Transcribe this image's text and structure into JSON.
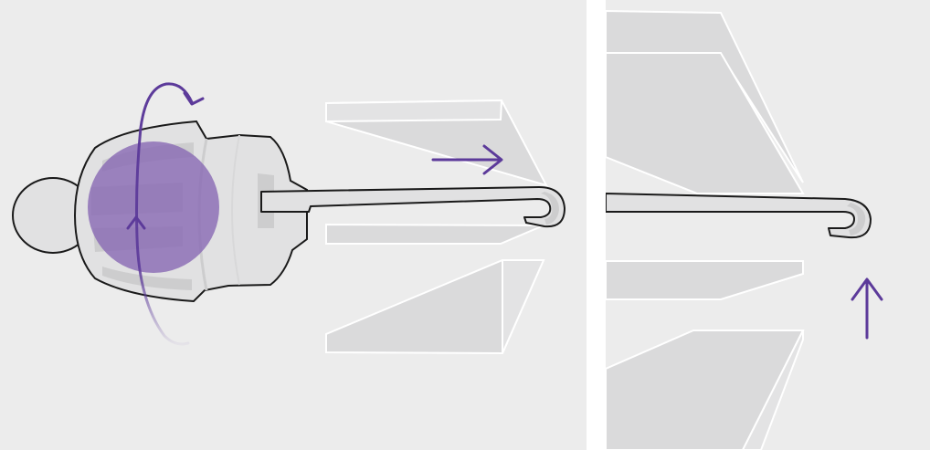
{
  "figure": {
    "panels": [
      {
        "id": "left",
        "content": "rotate-and-slide",
        "arrows": [
          "rotation-arrow",
          "slide-right-arrow"
        ]
      },
      {
        "id": "right",
        "content": "hook-lift",
        "arrows": [
          "lift-up-arrow"
        ]
      }
    ],
    "colors": {
      "background": "#ececec",
      "accent": "#5c3a9a",
      "accent_fill": "#8a6bb5",
      "plate_fill": "#dadadb",
      "plate_light": "#e3e3e4",
      "part_fill": "#e1e1e2",
      "part_shade": "#cdcdce",
      "outline": "#1a1a1a",
      "plate_edge": "#ffffff"
    }
  }
}
